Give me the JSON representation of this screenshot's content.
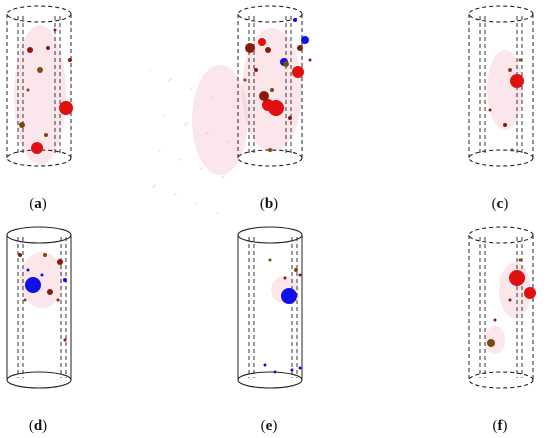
{
  "panels": [
    {
      "id": "a",
      "caption": "(a)",
      "container": "dashed-cylinder"
    },
    {
      "id": "b",
      "caption": "(b)",
      "container": "dashed-cylinder"
    },
    {
      "id": "c",
      "caption": "(c)",
      "container": "dashed-cylinder"
    },
    {
      "id": "d",
      "caption": "(d)",
      "container": "open-cylinder"
    },
    {
      "id": "e",
      "caption": "(e)",
      "container": "open-cylinder"
    },
    {
      "id": "f",
      "caption": "(f)",
      "container": "dashed-cylinder"
    }
  ],
  "colors": {
    "red": "#e01010",
    "darkred": "#8b1a0e",
    "brown": "#7a4a10",
    "blue": "#1010e8",
    "haze": "#f4b8c8",
    "outline": "#222222"
  }
}
